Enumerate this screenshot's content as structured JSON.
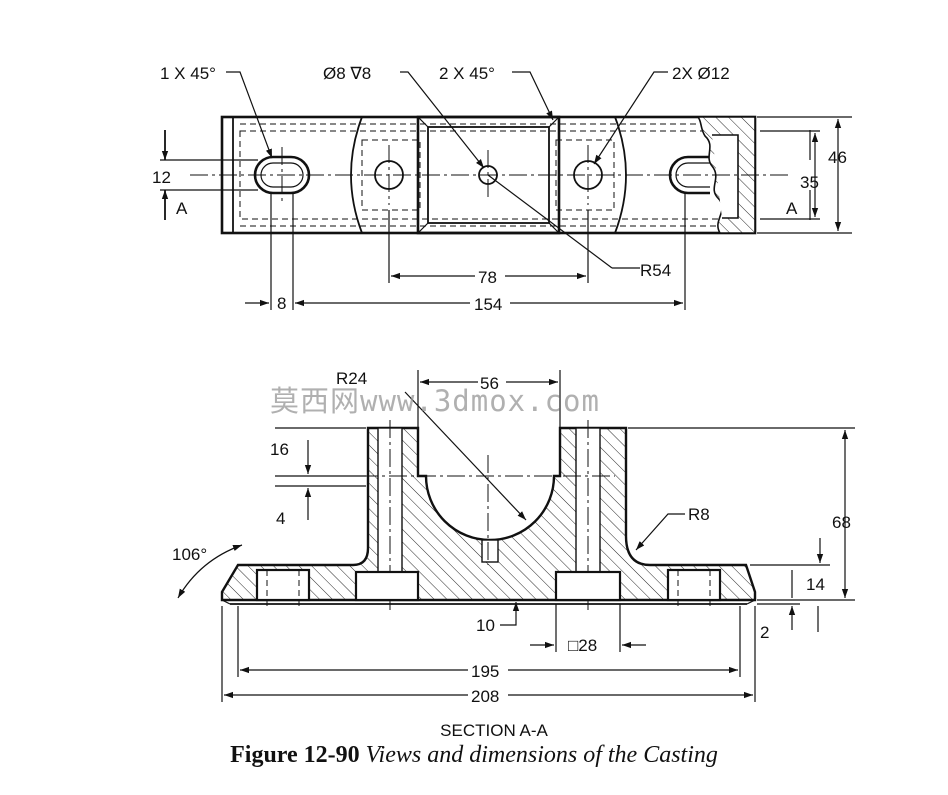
{
  "top_view": {
    "chamfer_left": "1 X 45°",
    "hole_depth": "Ø8 ∇8",
    "chamfer_mid": "2 X 45°",
    "holes_dia": "2X Ø12",
    "dim_12": "12",
    "dim_46": "46",
    "dim_35": "35",
    "dim_78": "78",
    "dim_r54": "R54",
    "dim_8": "8",
    "dim_154": "154",
    "section_arrow_left": "A",
    "section_arrow_right": "A"
  },
  "section_view": {
    "dim_r24": "R24",
    "dim_56": "56",
    "dim_16": "16",
    "dim_4": "4",
    "dim_68": "68",
    "dim_r8": "R8",
    "dim_angle": "106°",
    "dim_14": "14",
    "dim_10": "10",
    "dim_sq28": "□28",
    "dim_2": "2",
    "dim_195": "195",
    "dim_208": "208",
    "label": "SECTION A-A"
  },
  "watermark": "莫西网www.3dmox.com",
  "caption": {
    "figure_number": "Figure 12-90",
    "title": "Views and dimensions of the Casting"
  }
}
